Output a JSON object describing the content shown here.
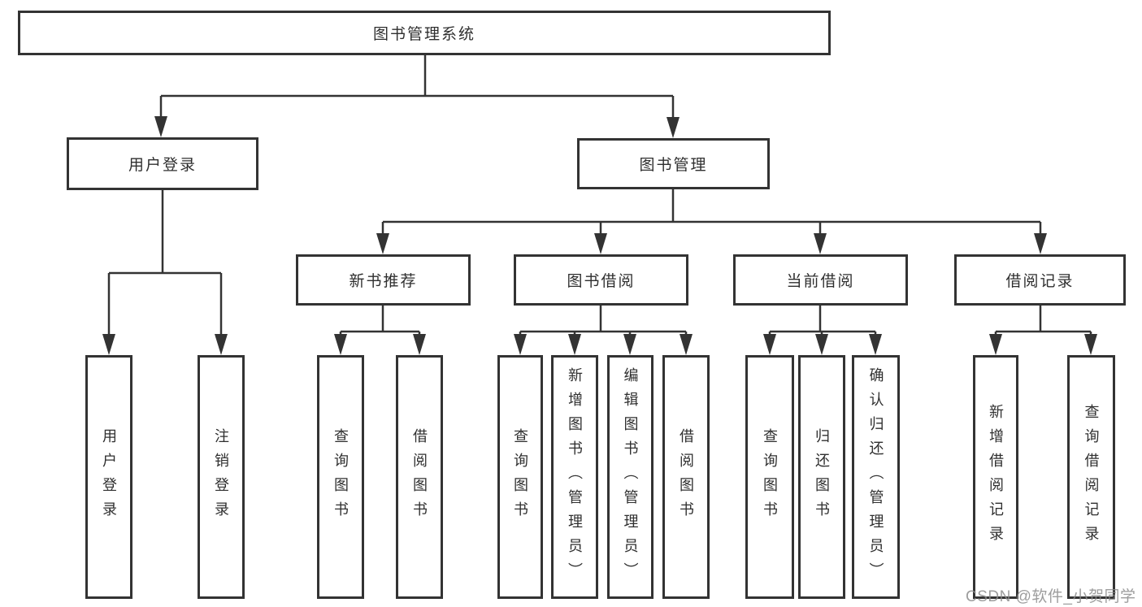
{
  "colors": {
    "line": "#333333",
    "box_border": "#333333",
    "text": "#2f2f2f",
    "background": "#ffffff",
    "watermark": "#8c8c8c"
  },
  "watermark": {
    "text": "CSDN @软件_小贺同学"
  },
  "tree": {
    "root": {
      "label": "图书管理系统"
    },
    "children": [
      {
        "label": "用户登录",
        "children": [
          {
            "label": "用户登录"
          },
          {
            "label": "注销登录"
          }
        ]
      },
      {
        "label": "图书管理",
        "children": [
          {
            "label": "新书推荐",
            "children": [
              {
                "label": "查询图书"
              },
              {
                "label": "借阅图书"
              }
            ]
          },
          {
            "label": "图书借阅",
            "children": [
              {
                "label": "查询图书"
              },
              {
                "label": "新增图书（管理员）"
              },
              {
                "label": "编辑图书（管理员）"
              },
              {
                "label": "借阅图书"
              }
            ]
          },
          {
            "label": "当前借阅",
            "children": [
              {
                "label": "查询图书"
              },
              {
                "label": "归还图书"
              },
              {
                "label": "确认归还（管理员）"
              }
            ]
          },
          {
            "label": "借阅记录",
            "children": [
              {
                "label": "新增借阅记录"
              },
              {
                "label": "查询借阅记录"
              }
            ]
          }
        ]
      }
    ]
  }
}
